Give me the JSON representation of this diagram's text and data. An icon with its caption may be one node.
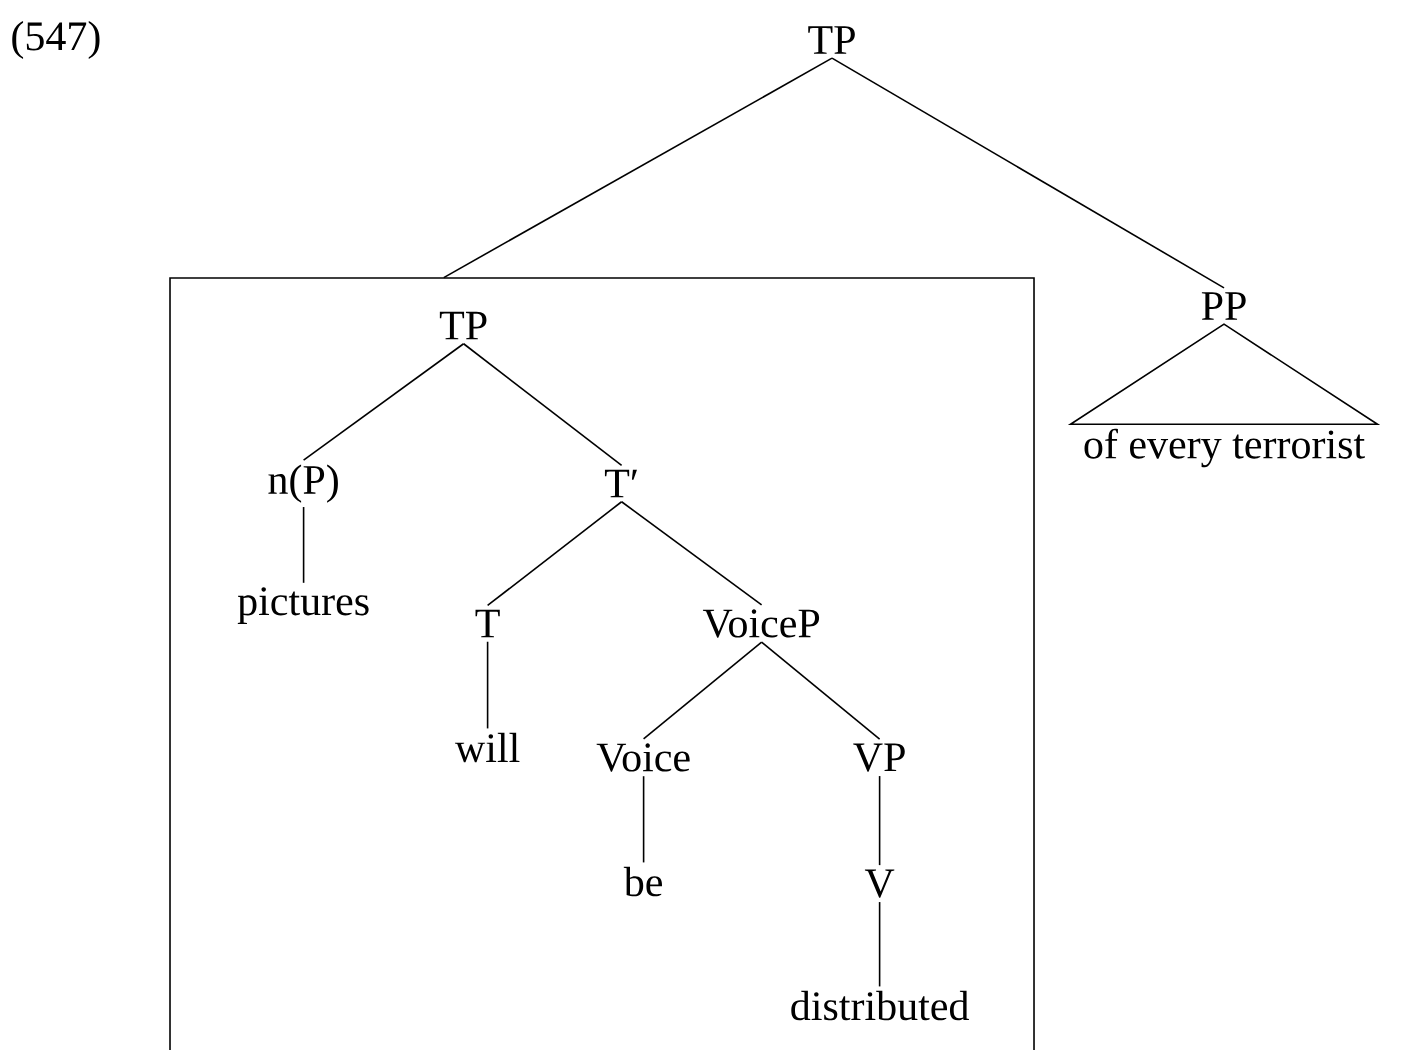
{
  "diagram": {
    "nodes": [
      {
        "text": [
          "TP"
        ]
      },
      {
        "text": [],
        "shape": "box"
      },
      {
        "text": [
          "TP"
        ],
        "in": 1
      },
      {
        "text": [
          "n(P)"
        ],
        "in": 1
      },
      {
        "text": [
          "T′"
        ],
        "in": 1
      },
      {
        "text": [
          "pictures"
        ],
        "in": 1
      },
      {
        "text": [
          "T"
        ],
        "in": 1
      },
      {
        "text": [
          "VoiceP"
        ],
        "in": 1
      },
      {
        "text": [
          "will"
        ],
        "in": 1
      },
      {
        "text": [
          "Voice"
        ],
        "in": 1
      },
      {
        "text": [
          "VP"
        ],
        "in": 1
      },
      {
        "text": [
          "be"
        ],
        "in": 1
      },
      {
        "text": [
          "V"
        ],
        "in": 1
      },
      {
        "text": [
          "distributed"
        ],
        "in": 1
      },
      {
        "text": [
          "PP"
        ]
      },
      {
        "text": [
          "of every terrorist"
        ]
      }
    ],
    "edges": [
      {
        "from": 0,
        "to": 1,
        "arrow": "none"
      },
      {
        "from": 0,
        "to": 14,
        "arrow": "none"
      },
      {
        "from": 2,
        "to": 3,
        "arrow": "none"
      },
      {
        "from": 2,
        "to": 4,
        "arrow": "none"
      },
      {
        "from": 3,
        "to": 5,
        "arrow": "none"
      },
      {
        "from": 4,
        "to": 6,
        "arrow": "none"
      },
      {
        "from": 4,
        "to": 7,
        "arrow": "none"
      },
      {
        "from": 6,
        "to": 8,
        "arrow": "none"
      },
      {
        "from": 7,
        "to": 9,
        "arrow": "none"
      },
      {
        "from": 7,
        "to": 10,
        "arrow": "none"
      },
      {
        "from": 9,
        "to": 11,
        "arrow": "none"
      },
      {
        "from": 10,
        "to": 12,
        "arrow": "none"
      },
      {
        "from": 12,
        "to": 13,
        "arrow": "none"
      },
      {
        "from": 14,
        "to": 15,
        "arrow": "none"
      }
    ],
    "labels": [
      "(547)"
    ]
  }
}
